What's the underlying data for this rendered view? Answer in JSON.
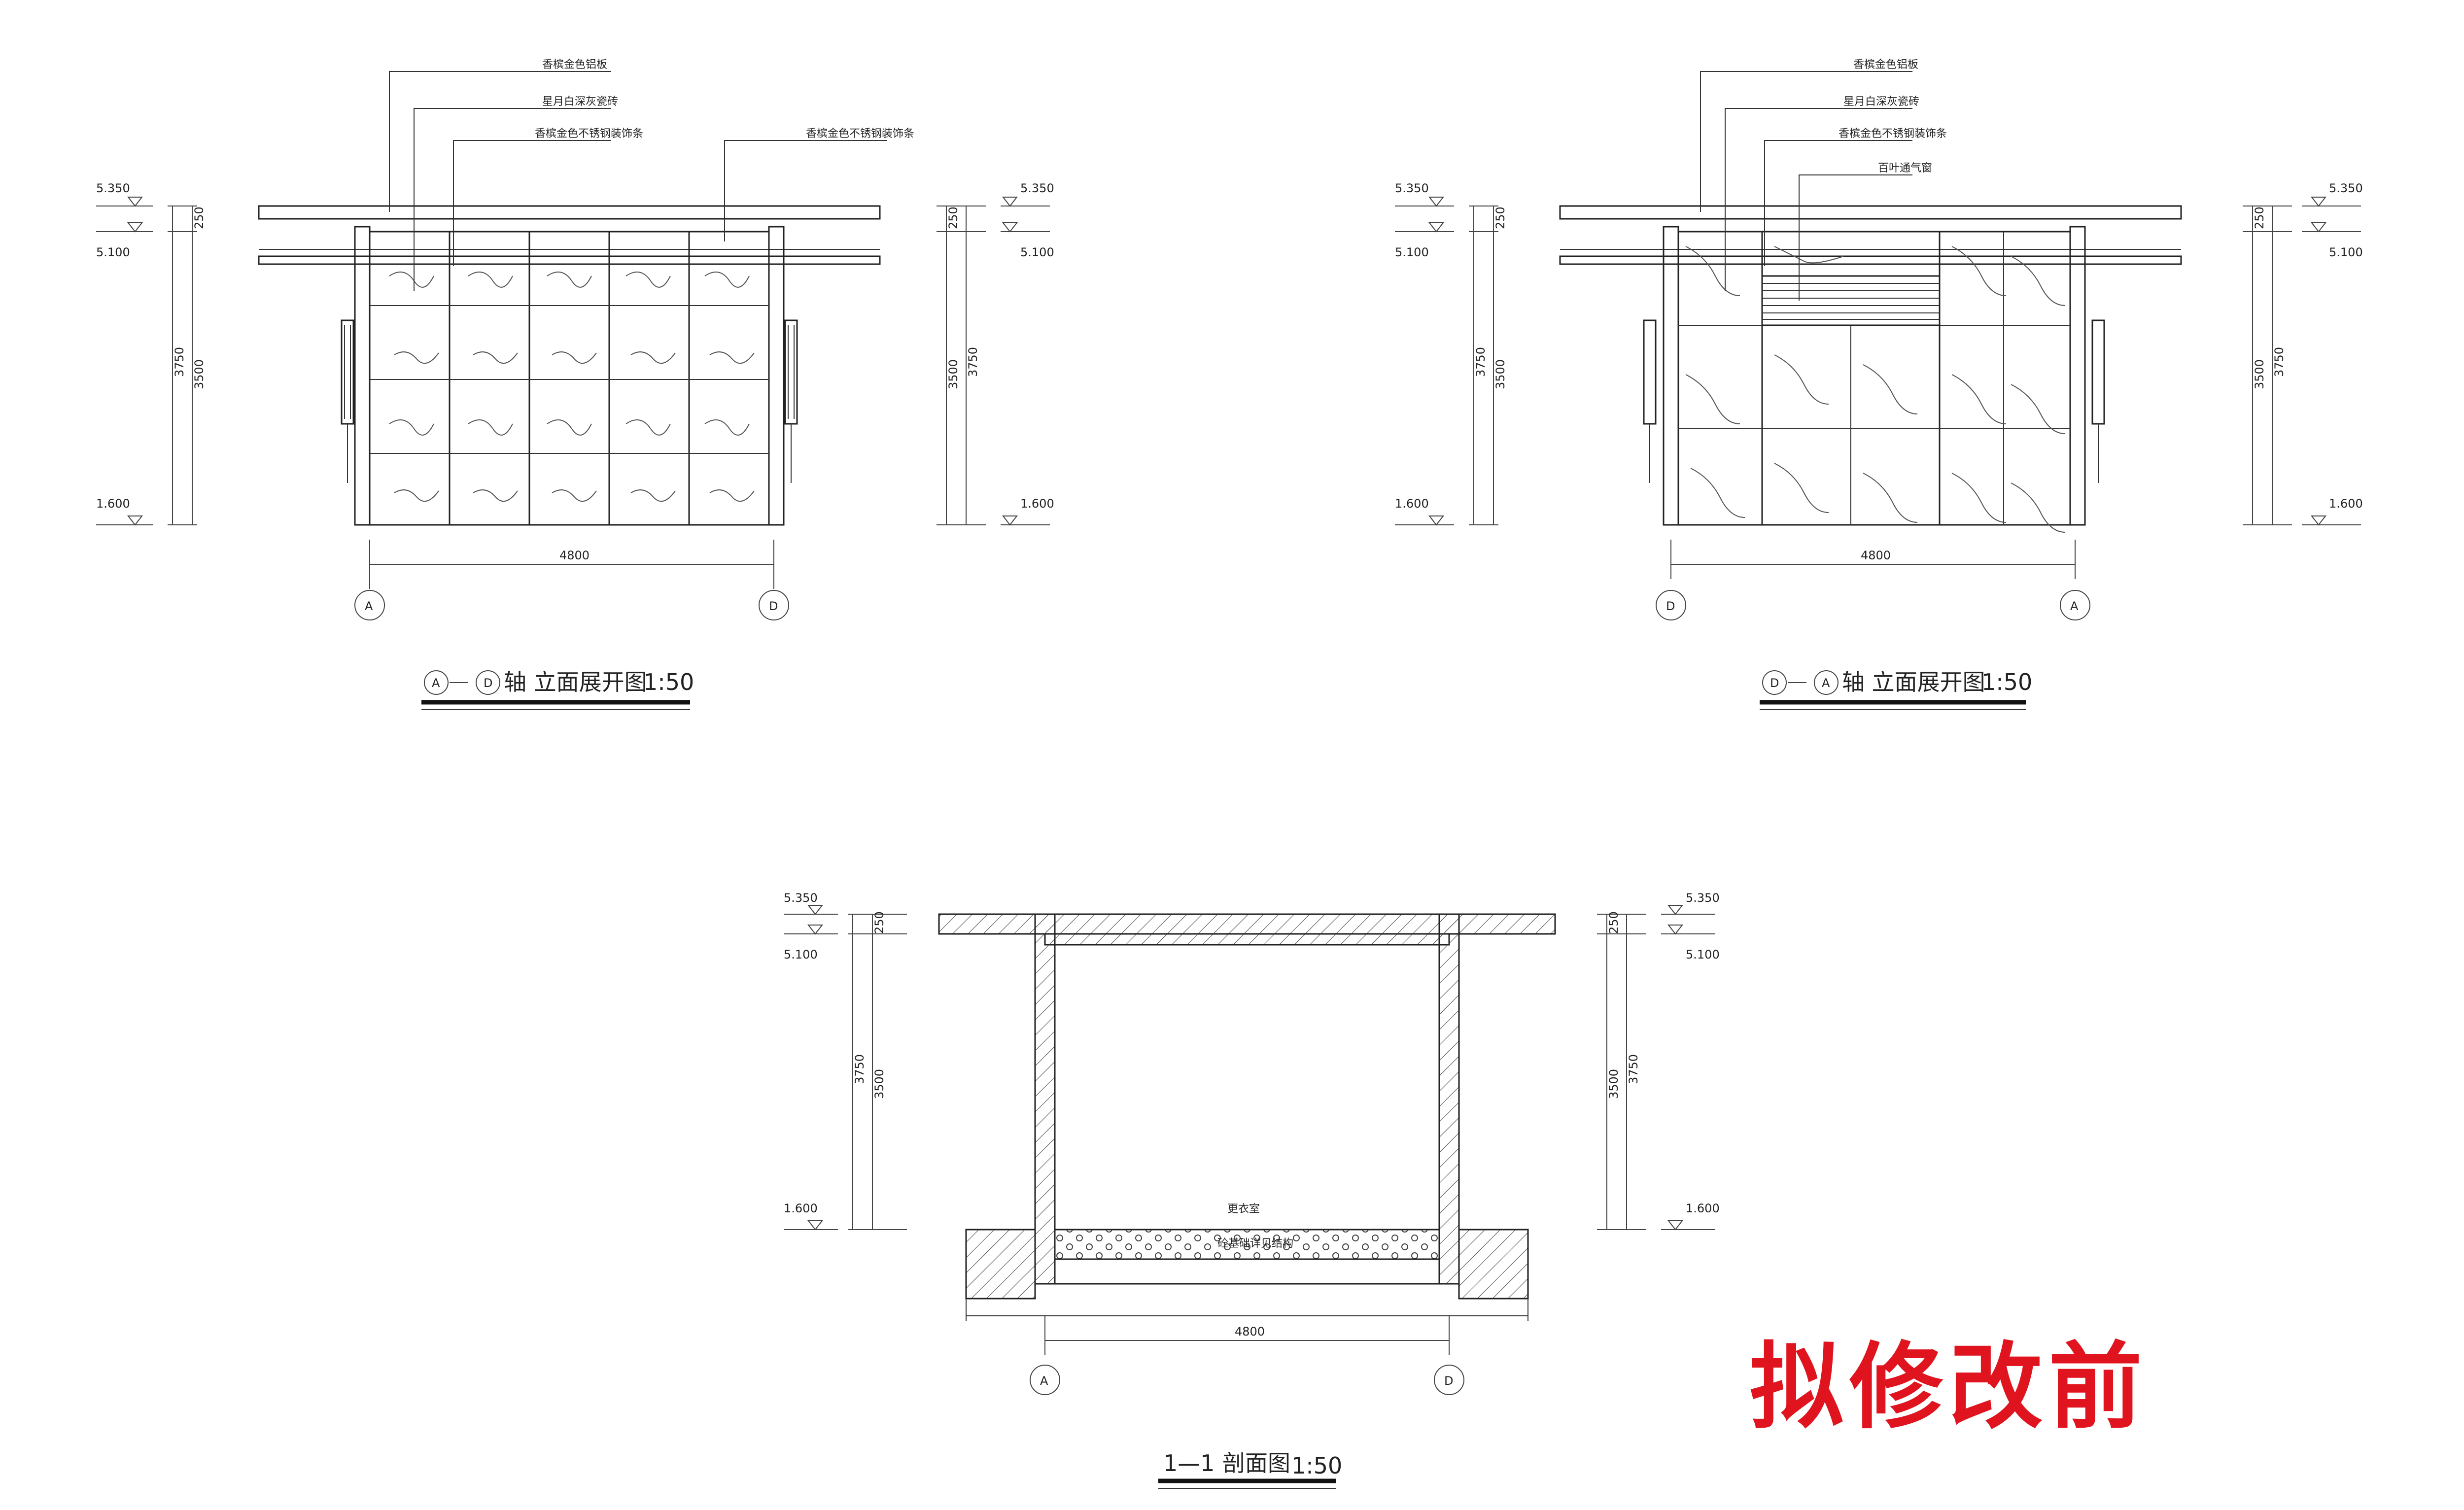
{
  "stamp": {
    "text": "拟修改前",
    "color": "#e0141e"
  },
  "elevation_ad": {
    "title_axis_start": "A",
    "title_axis_end": "D",
    "title_suffix": "轴 立面展开图",
    "title_scale": "1:50",
    "callouts": [
      "香槟金色铝板",
      "星月白深灰瓷砖",
      "香槟金色不锈钢装饰条",
      "香槟金色不锈钢装饰条"
    ],
    "levels": [
      "5.350",
      "5.100",
      "1.600"
    ],
    "dims": {
      "d250": "250",
      "d3750": "3750",
      "d3500": "3500",
      "width": "4800"
    },
    "axis_left": "A",
    "axis_right": "D"
  },
  "elevation_da": {
    "title_axis_start": "D",
    "title_axis_end": "A",
    "title_suffix": "轴 立面展开图",
    "title_scale": "1:50",
    "callouts": [
      "香槟金色铝板",
      "星月白深灰瓷砖",
      "香槟金色不锈钢装饰条",
      "百叶通气窗"
    ],
    "levels": [
      "5.350",
      "5.100",
      "1.600"
    ],
    "dims": {
      "d250": "250",
      "d3750": "3750",
      "d3500": "3500",
      "width": "4800"
    },
    "axis_left": "D",
    "axis_right": "A"
  },
  "section_11": {
    "title_main": "1—1",
    "title_suffix": "剖面图",
    "title_scale": "1:50",
    "labels": [
      "更衣室",
      "砼基础详见结构"
    ],
    "levels": [
      "5.350",
      "5.100",
      "1.600"
    ],
    "dims": {
      "d250": "250",
      "d3750": "3750",
      "d3500": "3500",
      "width": "4800"
    },
    "axis_left": "A",
    "axis_right": "D"
  }
}
